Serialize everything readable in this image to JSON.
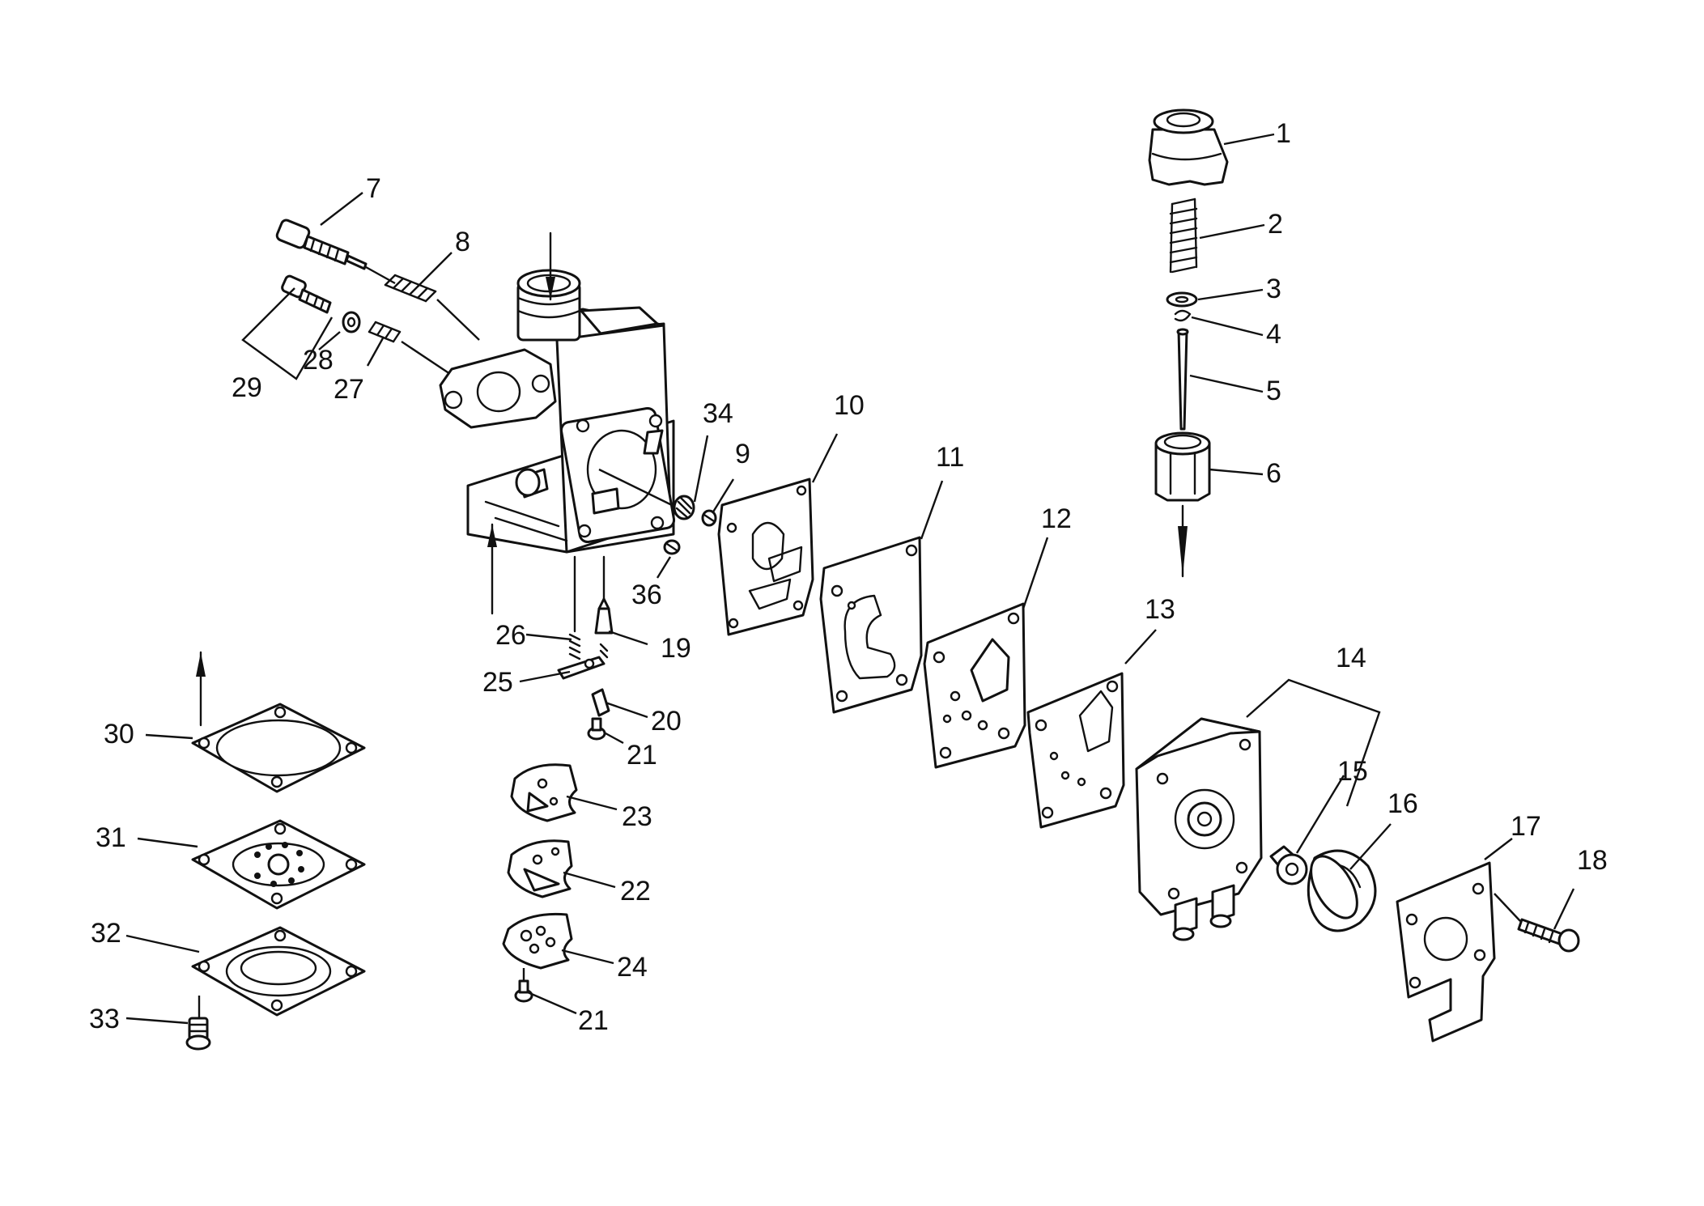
{
  "diagram": {
    "labels": [
      "1",
      "2",
      "3",
      "4",
      "5",
      "6",
      "7",
      "8",
      "9",
      "10",
      "11",
      "12",
      "13",
      "14",
      "15",
      "16",
      "17",
      "18",
      "19",
      "20",
      "21",
      "22",
      "23",
      "24",
      "25",
      "26",
      "27",
      "28",
      "29",
      "30",
      "31",
      "32",
      "33",
      "34",
      "36"
    ],
    "repeated_label": "21"
  },
  "colors": {
    "ink": "#111111",
    "paper": "#ffffff"
  }
}
